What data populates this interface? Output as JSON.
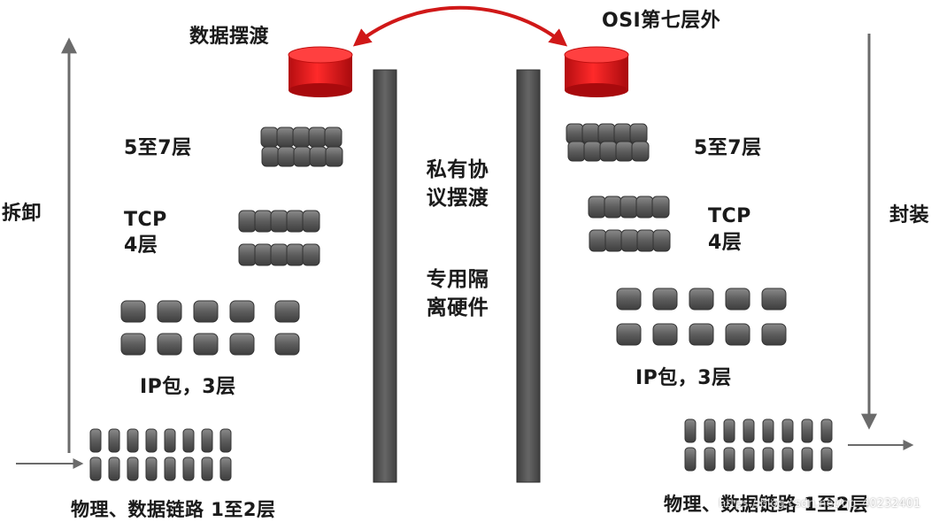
{
  "diagram": {
    "top_left_label": "数据摆渡",
    "top_right_label": "OSI第七层外",
    "left_side_label": "拆卸",
    "right_side_label": "封装",
    "left_layers": {
      "l57": "5至7层",
      "tcp": "TCP",
      "tcp_layer": "4层",
      "ip": "IP包，3层",
      "physical": "物理、数据链路  1至2层"
    },
    "right_layers": {
      "l57": "5至7层",
      "tcp": "TCP",
      "tcp_layer": "4层",
      "ip": "IP包，3层",
      "physical": "物理、数据链路  1至2层"
    },
    "center": {
      "private_protocol": "私有协议摆渡",
      "dedicated_hardware": "专用隔离硬件"
    },
    "watermark": "https://blog.csdn.net/qq_40232401"
  },
  "colors": {
    "cylinder": "#e0141a",
    "arrow": "#d01818",
    "wall": "#555555",
    "block": "#5a5a5a",
    "side_arrow": "#6b6b6b"
  }
}
